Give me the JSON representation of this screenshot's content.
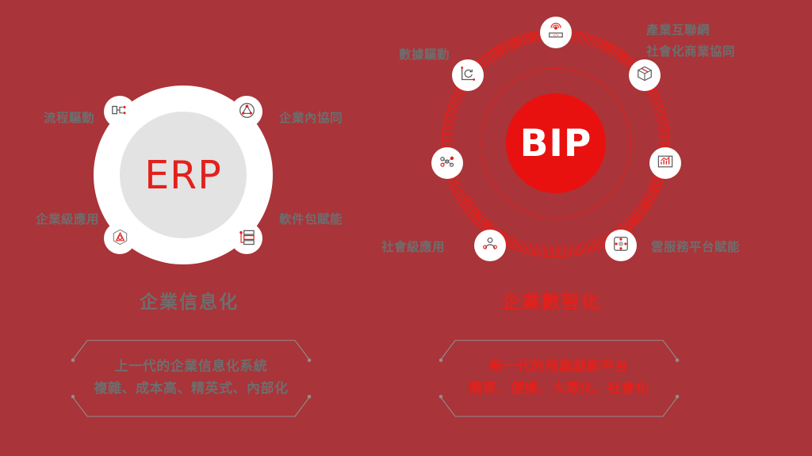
{
  "canvas": {
    "background": "#A93439",
    "accent_red": "#E2211C",
    "core_red": "#E8110F",
    "gray": "#6E6E6E",
    "white": "#FFFFFF"
  },
  "left": {
    "center_label": "ERP",
    "heading": "企業信息化",
    "nodes": [
      {
        "id": "process-driven",
        "icon": "flow-node-icon",
        "label": "流程驅動",
        "position": "top-left"
      },
      {
        "id": "intra-collaboration",
        "icon": "network-triangle-icon",
        "label": "企業內協同",
        "position": "top-right"
      },
      {
        "id": "enterprise-grade-app",
        "icon": "hexagon-atom-icon",
        "label": "企業級應用",
        "position": "bottom-left"
      },
      {
        "id": "software-package",
        "icon": "server-stack-icon",
        "label": "軟件包賦能",
        "position": "bottom-right"
      }
    ],
    "callout": {
      "line1": "上一代的企業信息化系統",
      "line2": "複雜、成本高、精英式、內部化"
    }
  },
  "right": {
    "center_label": "BIP",
    "heading": "企業數智化",
    "nodes": [
      {
        "id": "iot-gateway",
        "icon": "router-signal-icon",
        "label": "",
        "position": "top"
      },
      {
        "id": "data-driven",
        "icon": "chart-refresh-icon",
        "label": "數據驅動",
        "position": "upper-left"
      },
      {
        "id": "industry-internet",
        "icon": "cube-box-icon",
        "label": "產業互聯網",
        "position": "upper-right"
      },
      {
        "id": "analytics",
        "icon": "bar-chart-icon",
        "label": "",
        "position": "right"
      },
      {
        "id": "social-commerce",
        "icon": "cube-box-icon",
        "label": "社會化商業協同",
        "position": "upper-right-2"
      },
      {
        "id": "mesh-network",
        "icon": "mesh-nodes-icon",
        "label": "",
        "position": "left"
      },
      {
        "id": "social-grade-app",
        "icon": "people-group-icon",
        "label": "社會級應用",
        "position": "bottom-left"
      },
      {
        "id": "cloud-platform",
        "icon": "gear-hub-icon",
        "label": "雲服務平台賦能",
        "position": "bottom-right"
      }
    ],
    "labels": {
      "data_driven": "數據驅動",
      "industry_internet": "產業互聯網",
      "social_commerce": "社會化商業協同",
      "social_grade_app": "社會級應用",
      "cloud_platform": "雲服務平台賦能"
    },
    "callout": {
      "line1": "新一代的商業創新平台",
      "line2": "簡單、便捷、大眾化、社會化"
    }
  }
}
